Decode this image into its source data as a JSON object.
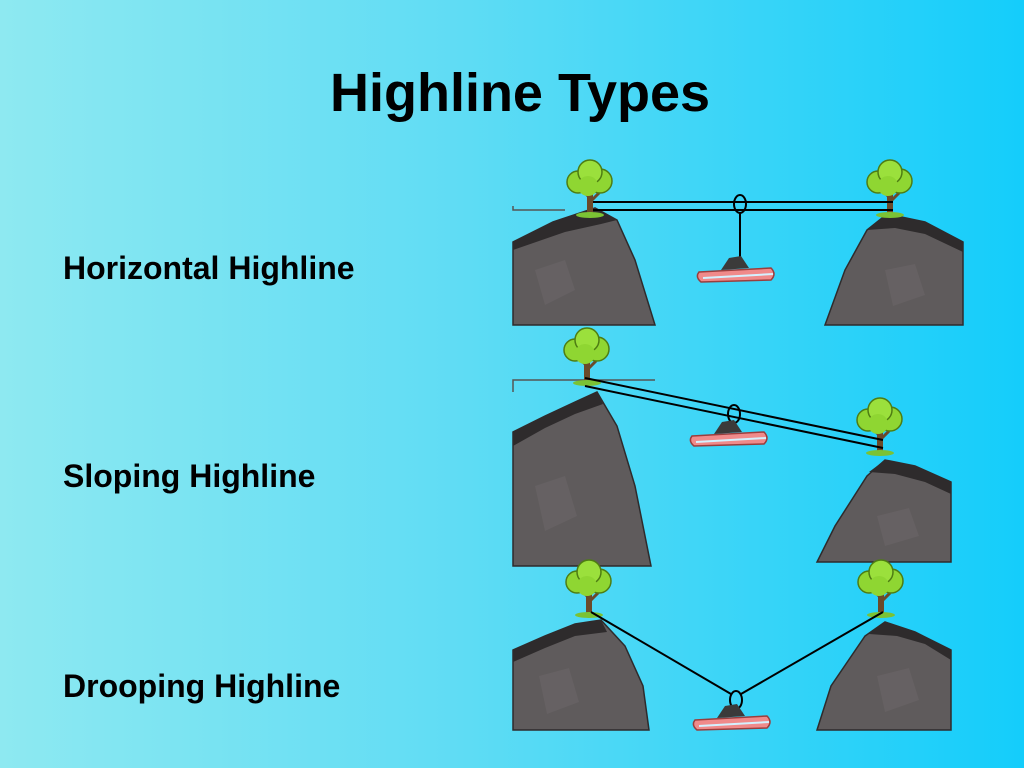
{
  "title": "Highline Types",
  "types": [
    {
      "label": "Horizontal Highline"
    },
    {
      "label": "Sloping Highline"
    },
    {
      "label": "Drooping Highline"
    }
  ],
  "colors": {
    "background_left": "#8ee9f1",
    "background_right": "#14cdfb",
    "rock": "#5f5b5c",
    "rock_dark": "#2e2b2c",
    "tree_leaves": "#8fd632",
    "tree_trunk": "#6b4a2a",
    "line": "#000000",
    "boat": "#f08a8a"
  },
  "icons": [
    "cliff-icon",
    "tree-icon",
    "pulley-icon",
    "boat-icon"
  ]
}
